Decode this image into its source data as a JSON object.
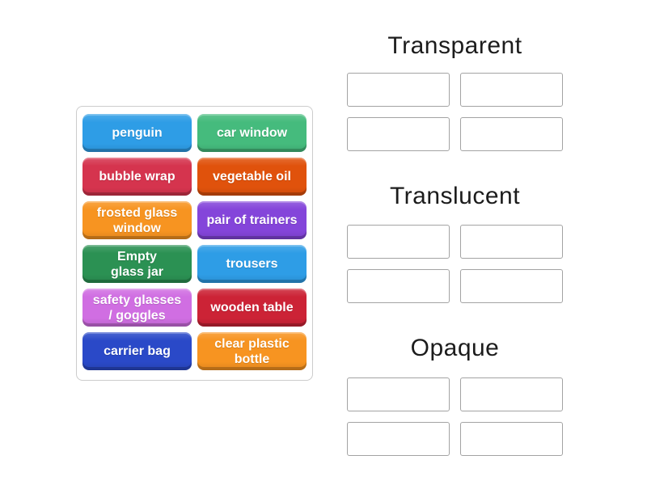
{
  "activity": {
    "type": "group-sort"
  },
  "tile_panel": {
    "tiles": [
      {
        "label": "penguin",
        "color": "#2e9de6"
      },
      {
        "label": "car window",
        "color": "#45bb7d"
      },
      {
        "label": "bubble wrap",
        "color": "#d5344e"
      },
      {
        "label": "vegetable oil",
        "color": "#e0520c"
      },
      {
        "label": "frosted glass\nwindow",
        "color": "#f79421"
      },
      {
        "label": "pair of trainers",
        "color": "#8445da"
      },
      {
        "label": "Empty\nglass jar",
        "color": "#2b9153"
      },
      {
        "label": "trousers",
        "color": "#2e9de6"
      },
      {
        "label": "safety glasses\n/ goggles",
        "color": "#d06ee2"
      },
      {
        "label": "wooden table",
        "color": "#cc2336"
      },
      {
        "label": "carrier bag",
        "color": "#2a49c8"
      },
      {
        "label": "clear plastic\nbottle",
        "color": "#f79421"
      }
    ]
  },
  "groups": [
    {
      "title": "Transparent",
      "slots": 4
    },
    {
      "title": "Translucent",
      "slots": 4
    },
    {
      "title": "Opaque",
      "slots": 4
    }
  ],
  "colors": {
    "page_background": "#ffffff",
    "header_text": "#1c1c1c",
    "slot_border": "#a3a3a3",
    "panel_border": "#cccccc",
    "tile_text": "#ffffff"
  }
}
